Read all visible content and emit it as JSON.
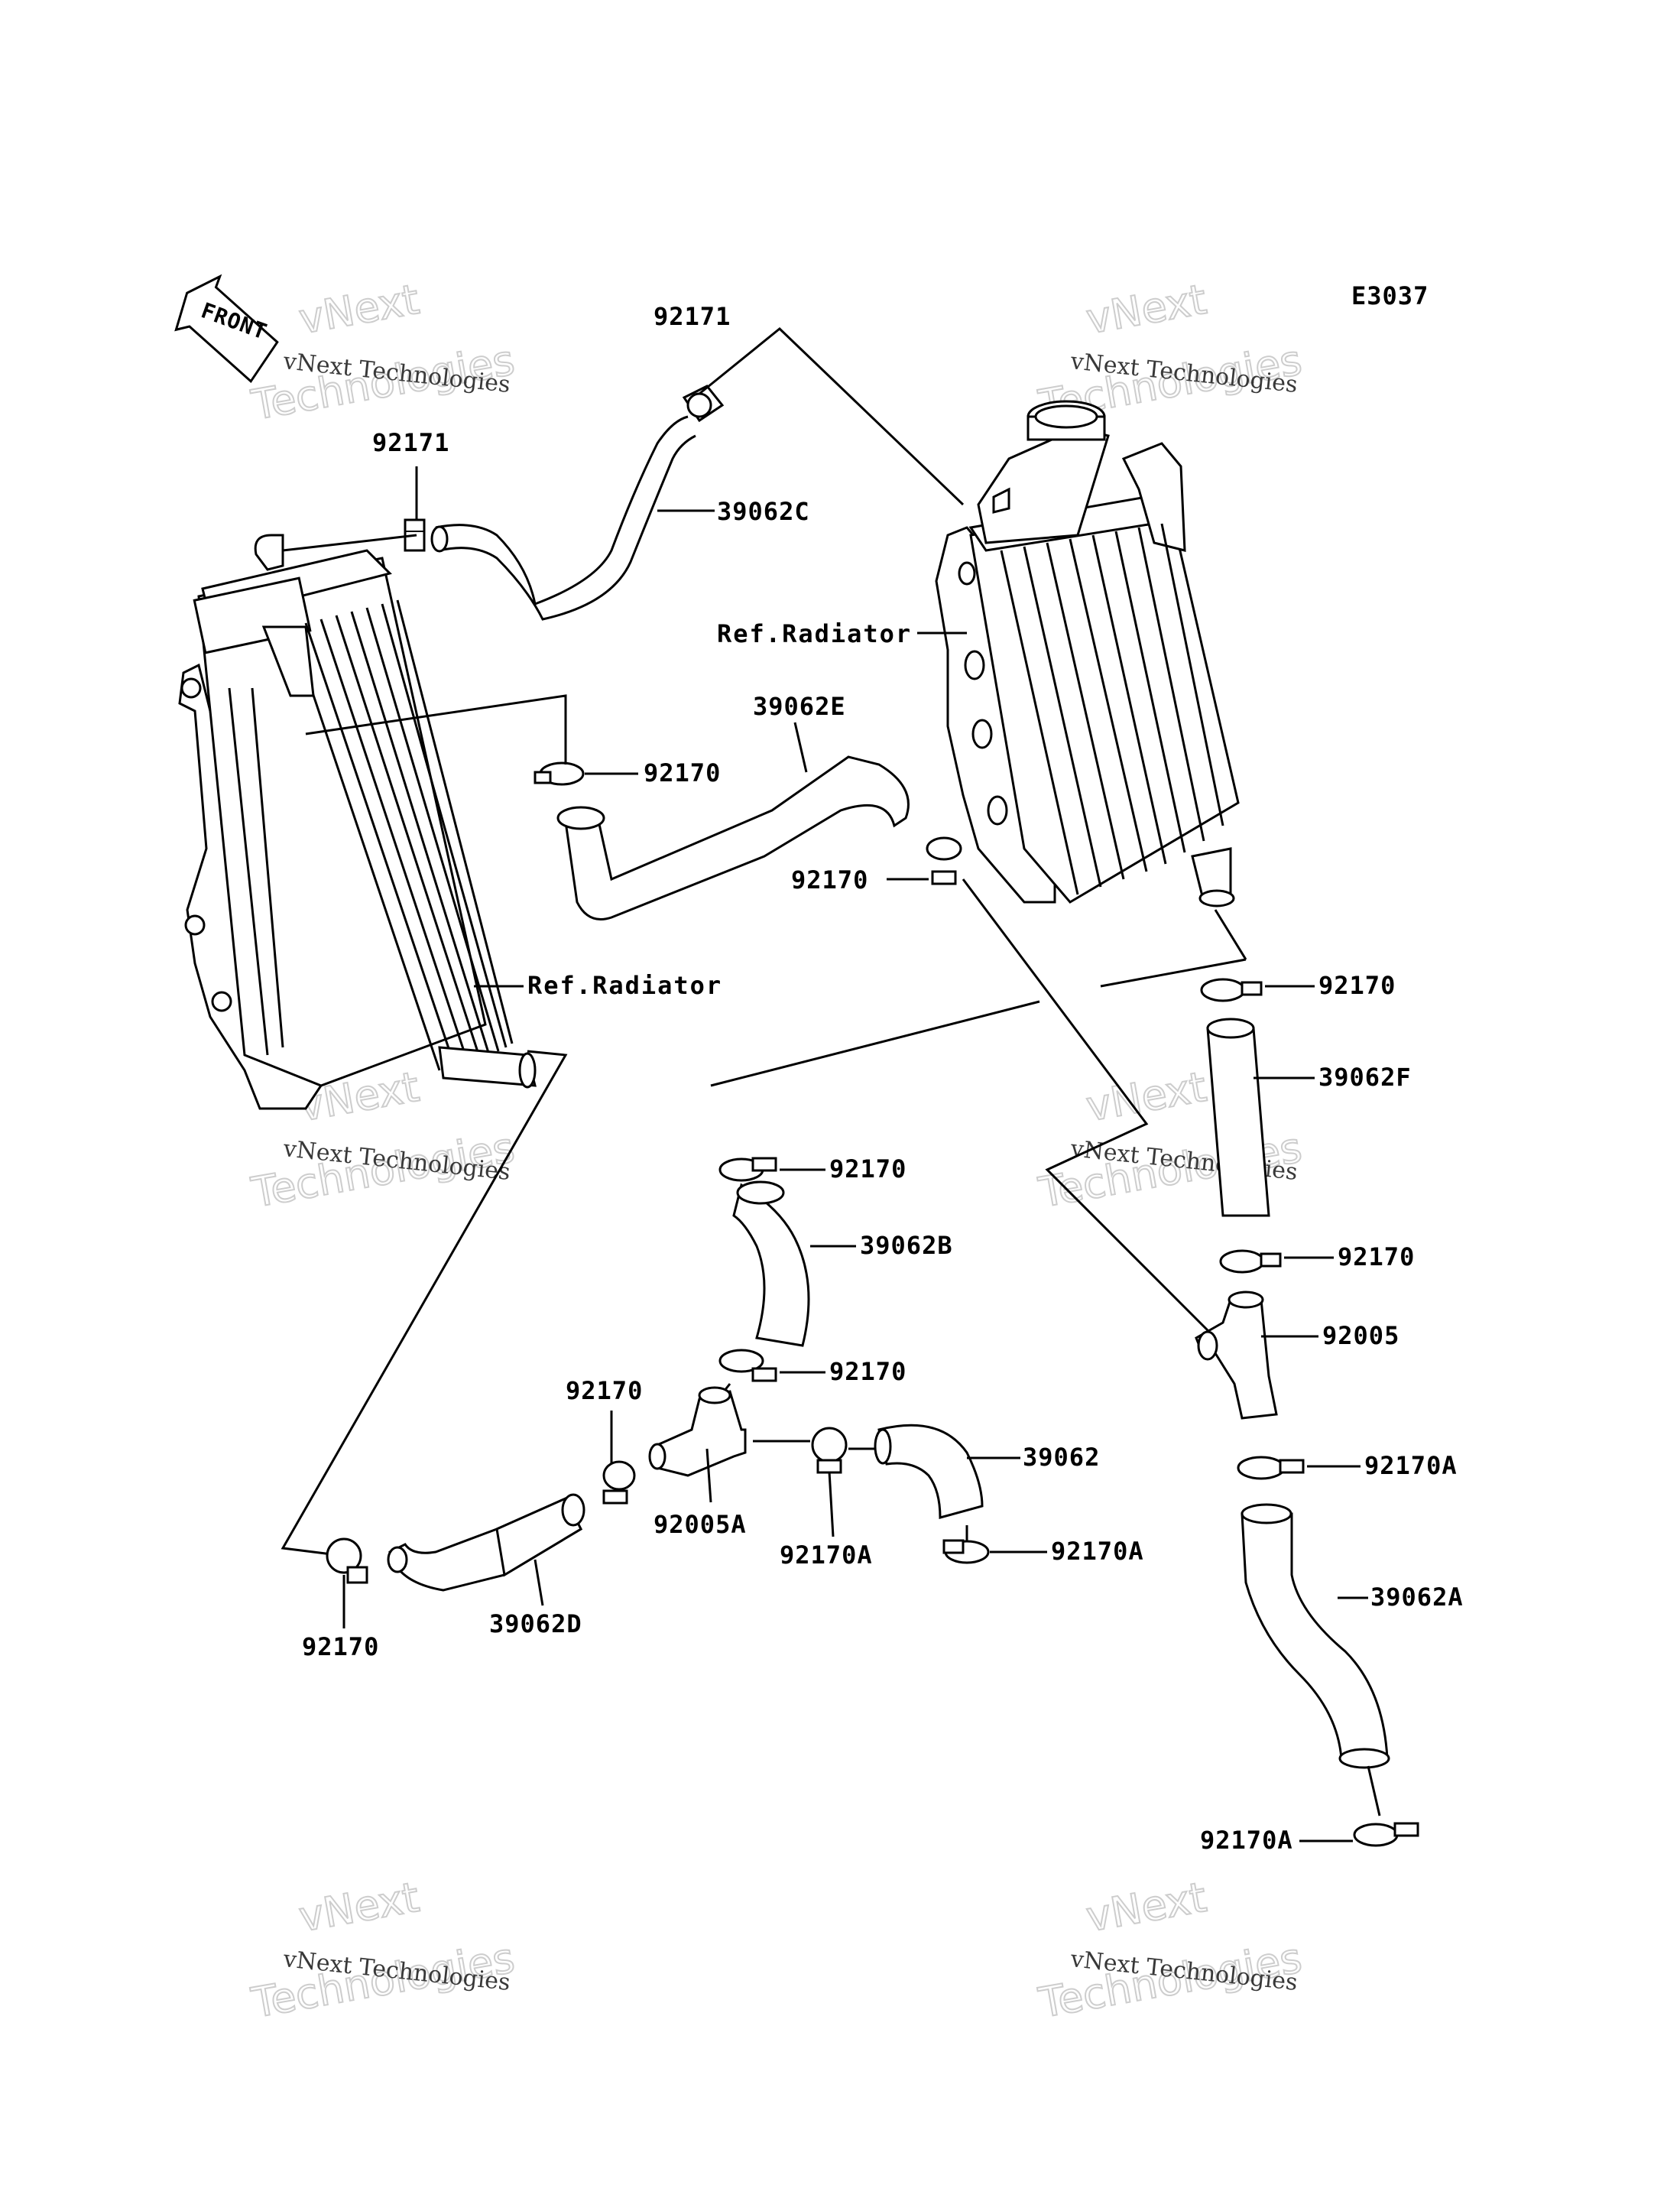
{
  "diagram_code": "E3037",
  "front_label": "FRONT",
  "watermark": {
    "line1": "vNext Technologies",
    "line2": "vNext",
    "line3": "Technologies"
  },
  "labels": {
    "p92171_top": "92171",
    "p92171_left": "92171",
    "p39062C": "39062C",
    "ref_radiator_right": "Ref.Radiator",
    "p39062E": "39062E",
    "p92170_a": "92170",
    "p92170_b": "92170",
    "ref_radiator_left": "Ref.Radiator",
    "p92170_c": "92170",
    "p39062F": "39062F",
    "p92170_d": "92170",
    "p39062B": "39062B",
    "p92170_e": "92170",
    "p92005": "92005",
    "p92170_f": "92170",
    "p92170_g": "92170",
    "p39062": "39062",
    "p92170A_a": "92170A",
    "p92005A": "92005A",
    "p92170A_b": "92170A",
    "p92170A_c": "92170A",
    "p39062A": "39062A",
    "p92170_h": "92170",
    "p39062D": "39062D",
    "p92170A_d": "92170A"
  }
}
